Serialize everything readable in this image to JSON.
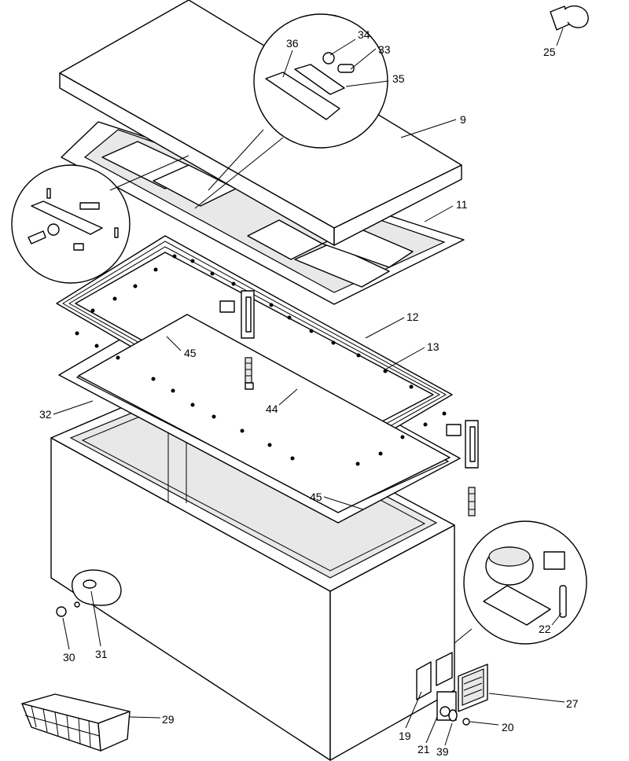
{
  "callouts": [
    {
      "id": "34",
      "label": "34"
    },
    {
      "id": "33",
      "label": "33"
    },
    {
      "id": "36",
      "label": "36"
    },
    {
      "id": "35",
      "label": "35"
    },
    {
      "id": "25",
      "label": "25"
    },
    {
      "id": "9",
      "label": "9"
    },
    {
      "id": "11",
      "label": "11"
    },
    {
      "id": "12",
      "label": "12"
    },
    {
      "id": "13",
      "label": "13"
    },
    {
      "id": "45a",
      "label": "45"
    },
    {
      "id": "44",
      "label": "44"
    },
    {
      "id": "32",
      "label": "32"
    },
    {
      "id": "45b",
      "label": "45"
    },
    {
      "id": "30",
      "label": "30"
    },
    {
      "id": "31",
      "label": "31"
    },
    {
      "id": "22",
      "label": "22"
    },
    {
      "id": "27",
      "label": "27"
    },
    {
      "id": "29",
      "label": "29"
    },
    {
      "id": "20",
      "label": "20"
    },
    {
      "id": "19",
      "label": "19"
    },
    {
      "id": "21",
      "label": "21"
    },
    {
      "id": "39",
      "label": "39"
    }
  ]
}
